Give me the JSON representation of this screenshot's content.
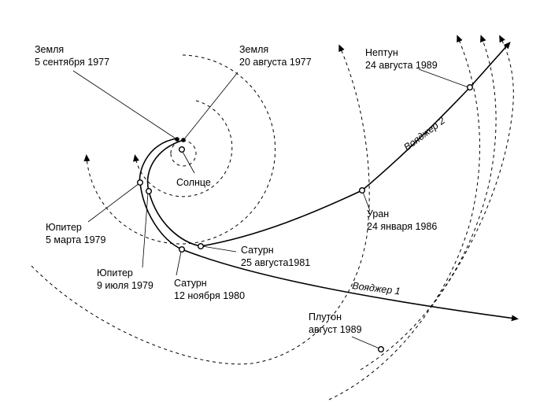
{
  "labels": {
    "earth_launch1": [
      "Земля",
      "5 сентября 1977"
    ],
    "earth_launch2": [
      "Земля",
      "20 августа 1977"
    ],
    "sun": "Солнце",
    "jupiter1": [
      "Юпитер",
      "5 марта 1979"
    ],
    "jupiter2": [
      "Юпитер",
      "9 июля 1979"
    ],
    "saturn1": [
      "Сатурн",
      "12 ноября 1980"
    ],
    "saturn2": [
      "Сатурн",
      "25 августа1981"
    ],
    "uranus": [
      "Уран",
      "24 января 1986"
    ],
    "neptune": [
      "Нептун",
      "24 августа 1989"
    ],
    "pluto": [
      "Плутон",
      "август 1989"
    ],
    "voyager1": "Вояджер 1",
    "voyager2": "Вояджер 2"
  }
}
